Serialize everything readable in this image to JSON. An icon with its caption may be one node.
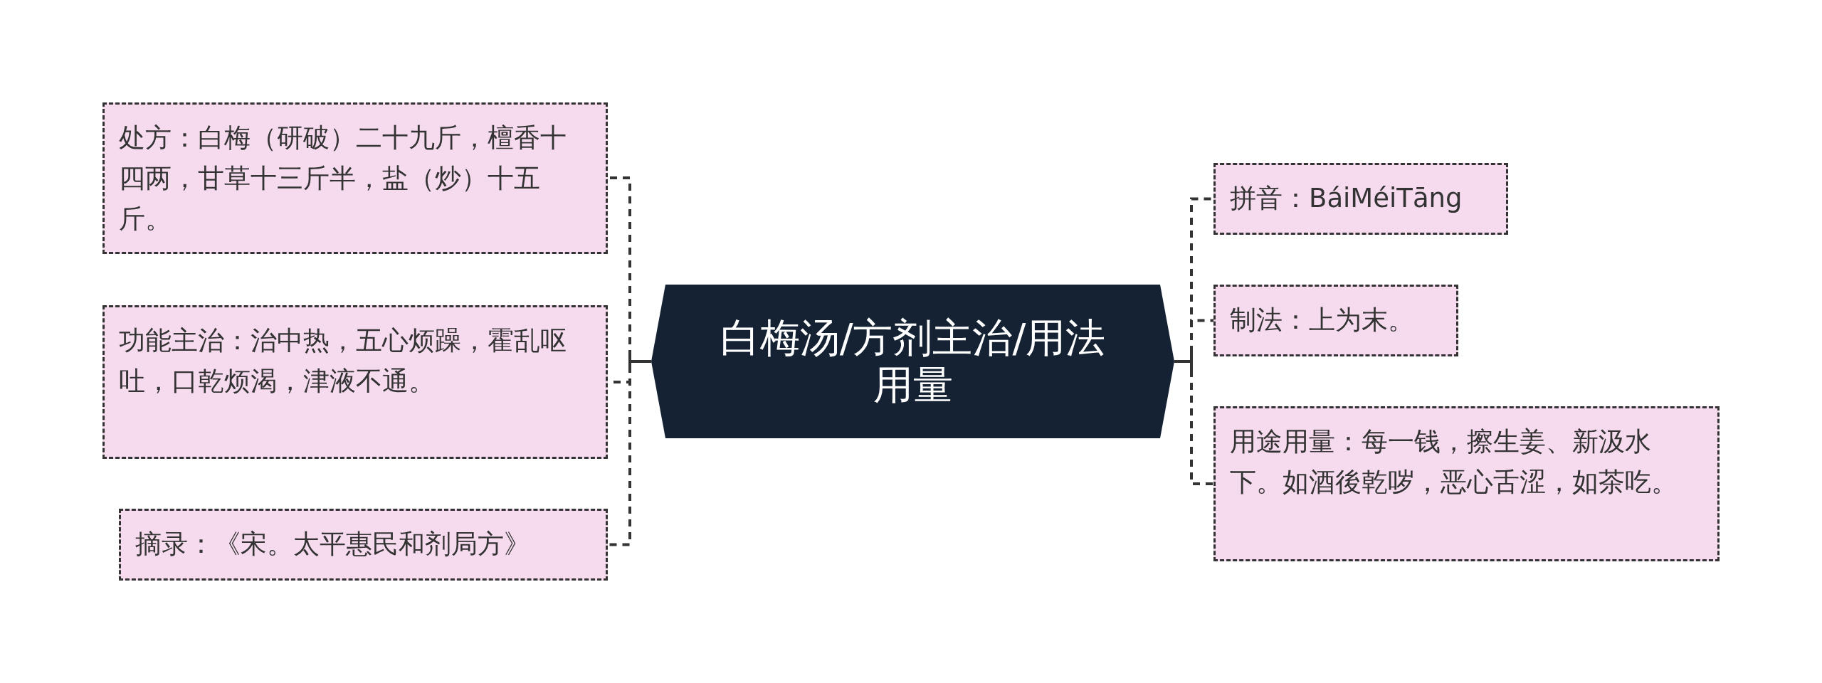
{
  "diagram": {
    "nodes": [
      {
        "text": [
          "白梅汤/方剂主治/用法用量"
        ]
      },
      {
        "text": [
          "处方：白梅（研破）二十九斤，檀香十四两，甘草十三斤半，盐（炒）十五斤。"
        ]
      },
      {
        "text": [
          "功能主治：治中热，五心烦躁，霍乱呕吐，口乾烦渴，津液不通。"
        ]
      },
      {
        "text": [
          "摘录：《宋。太平惠民和剂局方》"
        ]
      },
      {
        "text": [
          "拼音：BáiMéiTāng"
        ]
      },
      {
        "text": [
          "制法：上为末。"
        ]
      },
      {
        "text": [
          "用途用量：每一钱，擦生姜、新汲水下。如酒後乾哕，恶心舌涩，如茶吃。"
        ]
      }
    ],
    "edges": [
      {
        "from": 0,
        "to": 1,
        "arrow": "none",
        "style": "dashed"
      },
      {
        "from": 0,
        "to": 2,
        "arrow": "none",
        "style": "dashed"
      },
      {
        "from": 0,
        "to": 3,
        "arrow": "none",
        "style": "dashed"
      },
      {
        "from": 0,
        "to": 4,
        "arrow": "none",
        "style": "dashed"
      },
      {
        "from": 0,
        "to": 5,
        "arrow": "none",
        "style": "dashed"
      },
      {
        "from": 0,
        "to": 6,
        "arrow": "none",
        "style": "dashed"
      }
    ]
  }
}
